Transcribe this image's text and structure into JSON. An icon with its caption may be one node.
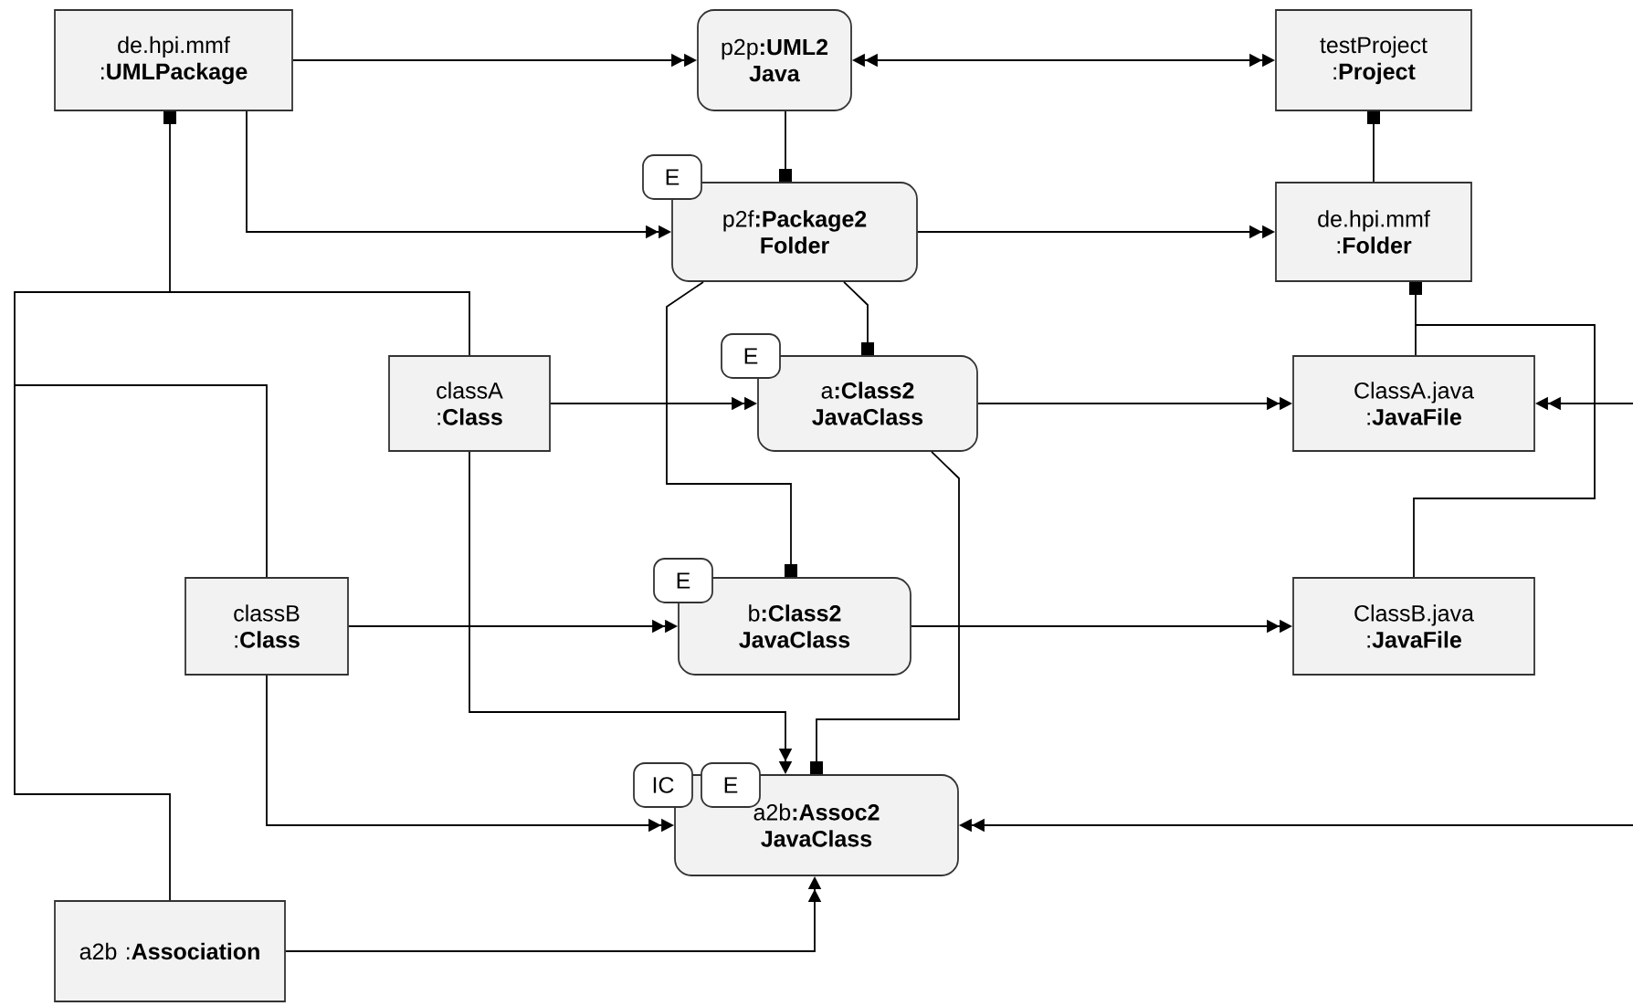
{
  "diagram": {
    "nodes": [
      {
        "text": [
          "de.hpi.mmf :**UMLPackage**"
        ]
      },
      {
        "text": [
          "p2p**:UML2 Java**"
        ]
      },
      {
        "text": [
          "testProject :**Project**"
        ]
      },
      {
        "text": [
          "E"
        ]
      },
      {
        "text": [
          "p2f**:Package2 Folder**"
        ]
      },
      {
        "text": [
          "de.hpi.mmf :**Folder**"
        ]
      },
      {
        "text": [
          "classA :**Class**"
        ]
      },
      {
        "text": [
          "E"
        ]
      },
      {
        "text": [
          "a**:Class2 JavaClass**"
        ]
      },
      {
        "text": [
          "ClassA.java :**JavaFile**"
        ]
      },
      {
        "text": [
          "classB :**Class**"
        ]
      },
      {
        "text": [
          "E"
        ]
      },
      {
        "text": [
          "b**:Class2 JavaClass**"
        ]
      },
      {
        "text": [
          "ClassB.java :**JavaFile**"
        ]
      },
      {
        "text": [
          "IC"
        ]
      },
      {
        "text": [
          "E"
        ]
      },
      {
        "text": [
          "a2b**:Assoc2 JavaClass**"
        ]
      },
      {
        "text": [
          "a2b :**Association**"
        ]
      }
    ],
    "edges": [
      {
        "from": 0,
        "to": 1,
        "arrow": "to"
      },
      {
        "from": 1,
        "to": 2,
        "arrow": "both"
      },
      {
        "from": 1,
        "to": 4,
        "arrow": "other"
      },
      {
        "from": 5,
        "to": 2,
        "arrow": "other"
      },
      {
        "from": 0,
        "to": 4,
        "arrow": "to"
      },
      {
        "from": 4,
        "to": 5,
        "arrow": "to"
      },
      {
        "from": 4,
        "to": 8,
        "arrow": "other"
      },
      {
        "from": 4,
        "to": 12,
        "arrow": "other"
      },
      {
        "from": 6,
        "to": 0,
        "arrow": "other"
      },
      {
        "from": 10,
        "to": 0,
        "arrow": "other"
      },
      {
        "from": 17,
        "to": 0,
        "arrow": "other"
      },
      {
        "from": 6,
        "to": 8,
        "arrow": "to"
      },
      {
        "from": 8,
        "to": 9,
        "arrow": "to"
      },
      {
        "from": 9,
        "to": 5,
        "arrow": "other"
      },
      {
        "from": 13,
        "to": 5,
        "arrow": "other"
      },
      {
        "from": 10,
        "to": 12,
        "arrow": "to"
      },
      {
        "from": 12,
        "to": 13,
        "arrow": "to"
      },
      {
        "from": 8,
        "to": 16,
        "arrow": "other"
      },
      {
        "from": 6,
        "to": 16,
        "arrow": "to"
      },
      {
        "from": 10,
        "to": 16,
        "arrow": "to"
      },
      {
        "from": 17,
        "to": 16,
        "arrow": "to"
      },
      {
        "from": null,
        "to": 9,
        "arrow": "to"
      },
      {
        "from": null,
        "to": 16,
        "arrow": "to"
      }
    ]
  }
}
